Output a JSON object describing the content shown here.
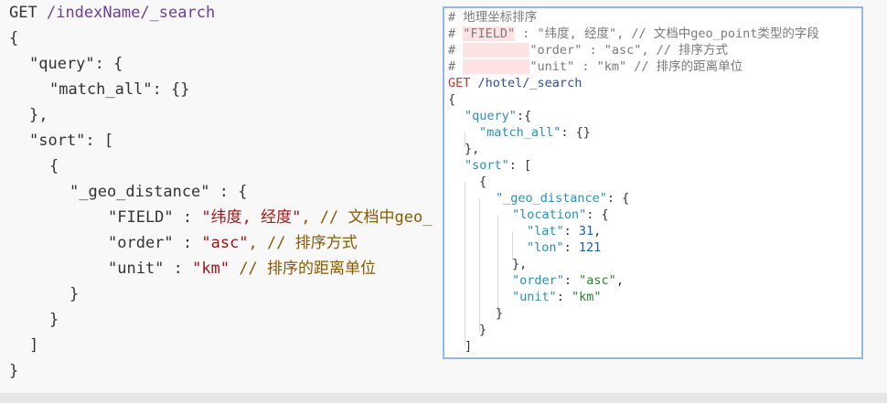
{
  "left": {
    "line1_method": "GET",
    "line1_path": "/indexName/_search",
    "l2": "{",
    "l3_key": "\"query\": {",
    "l4_key": "\"match_all\": {}",
    "l5": "},",
    "l6_key": "\"sort\": [",
    "l7": "{",
    "l8_key": "\"_geo_distance\" : {",
    "l9_key": "\"FIELD\" : ",
    "l9_val": "\"纬度, 经度\"",
    "l9_cmt": ", // 文档中geo_",
    "l10_key": "\"order\" : ",
    "l10_val": "\"asc\"",
    "l10_cmt": ", // 排序方式",
    "l11_key": "\"unit\" : ",
    "l11_val": "\"km\"",
    "l11_cmt": " // 排序的距离单位",
    "l12": "}",
    "l13": "}",
    "l14": "]",
    "l15": "}"
  },
  "popup": {
    "c1": "# 地理坐标排序",
    "c2a": "# ",
    "c2_field": "\"FIELD\"",
    "c2b": " : \"纬度, 经度\", // 文档中geo_point类型的字段",
    "c3a": "# ",
    "c3b": "\"order\"",
    "c3c": " : \"asc\", // 排序方式",
    "c4a": "# ",
    "c4b": "\"unit\"",
    "c4c": " : \"km\" // 排序的距离单位",
    "get": "GET",
    "path": "/hotel/_search",
    "b1": "{",
    "query": "\"query\"",
    "query_rest": ":{",
    "match_all": "\"match_all\"",
    "match_rest": ": {}",
    "close1": "},",
    "sort": "\"sort\"",
    "sort_rest": ": [",
    "b2": "{",
    "geo": "\"_geo_distance\"",
    "geo_rest": ": {",
    "location": "\"location\"",
    "location_rest": ": {",
    "lat": "\"lat\"",
    "lat_val": "31",
    "lon": "\"lon\"",
    "lon_val": "121",
    "close2": "},",
    "order": "\"order\"",
    "order_val": "\"asc\"",
    "unit": "\"unit\"",
    "unit_val": "\"km\"",
    "close3": "}",
    "close4": "}",
    "close5": "]",
    "close6": "}"
  }
}
